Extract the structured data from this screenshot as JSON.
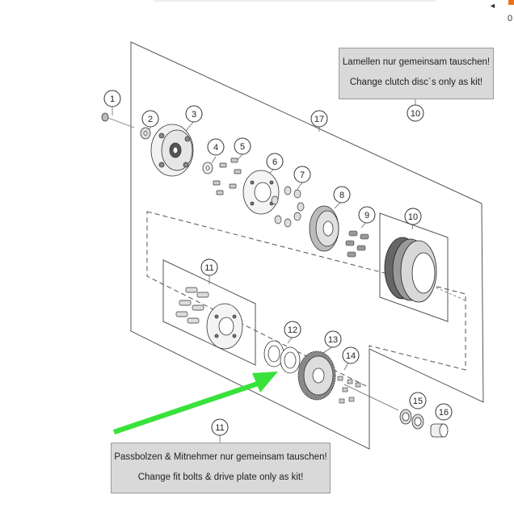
{
  "callouts": [
    "1",
    "2",
    "3",
    "4",
    "5",
    "6",
    "7",
    "8",
    "9",
    "10",
    "10",
    "11",
    "11",
    "12",
    "13",
    "14",
    "15",
    "16",
    "17"
  ],
  "notes": {
    "top": {
      "line1": "Lamellen nur gemeinsam tauschen!",
      "line2": "Change clutch disc´s only as kit!"
    },
    "bottom": {
      "line1": "Passbolzen & Mitnehmer nur gemeinsam tauschen!",
      "line2": "Change fit bolts & drive plate only as kit!"
    }
  },
  "corner": {
    "arrow": "◄",
    "count": "0",
    "arrow_icon": "left-arrow-icon"
  },
  "colors": {
    "arrow": "#39e23b",
    "note_bg": "#d9d9d9",
    "accent": "#e8711a"
  }
}
